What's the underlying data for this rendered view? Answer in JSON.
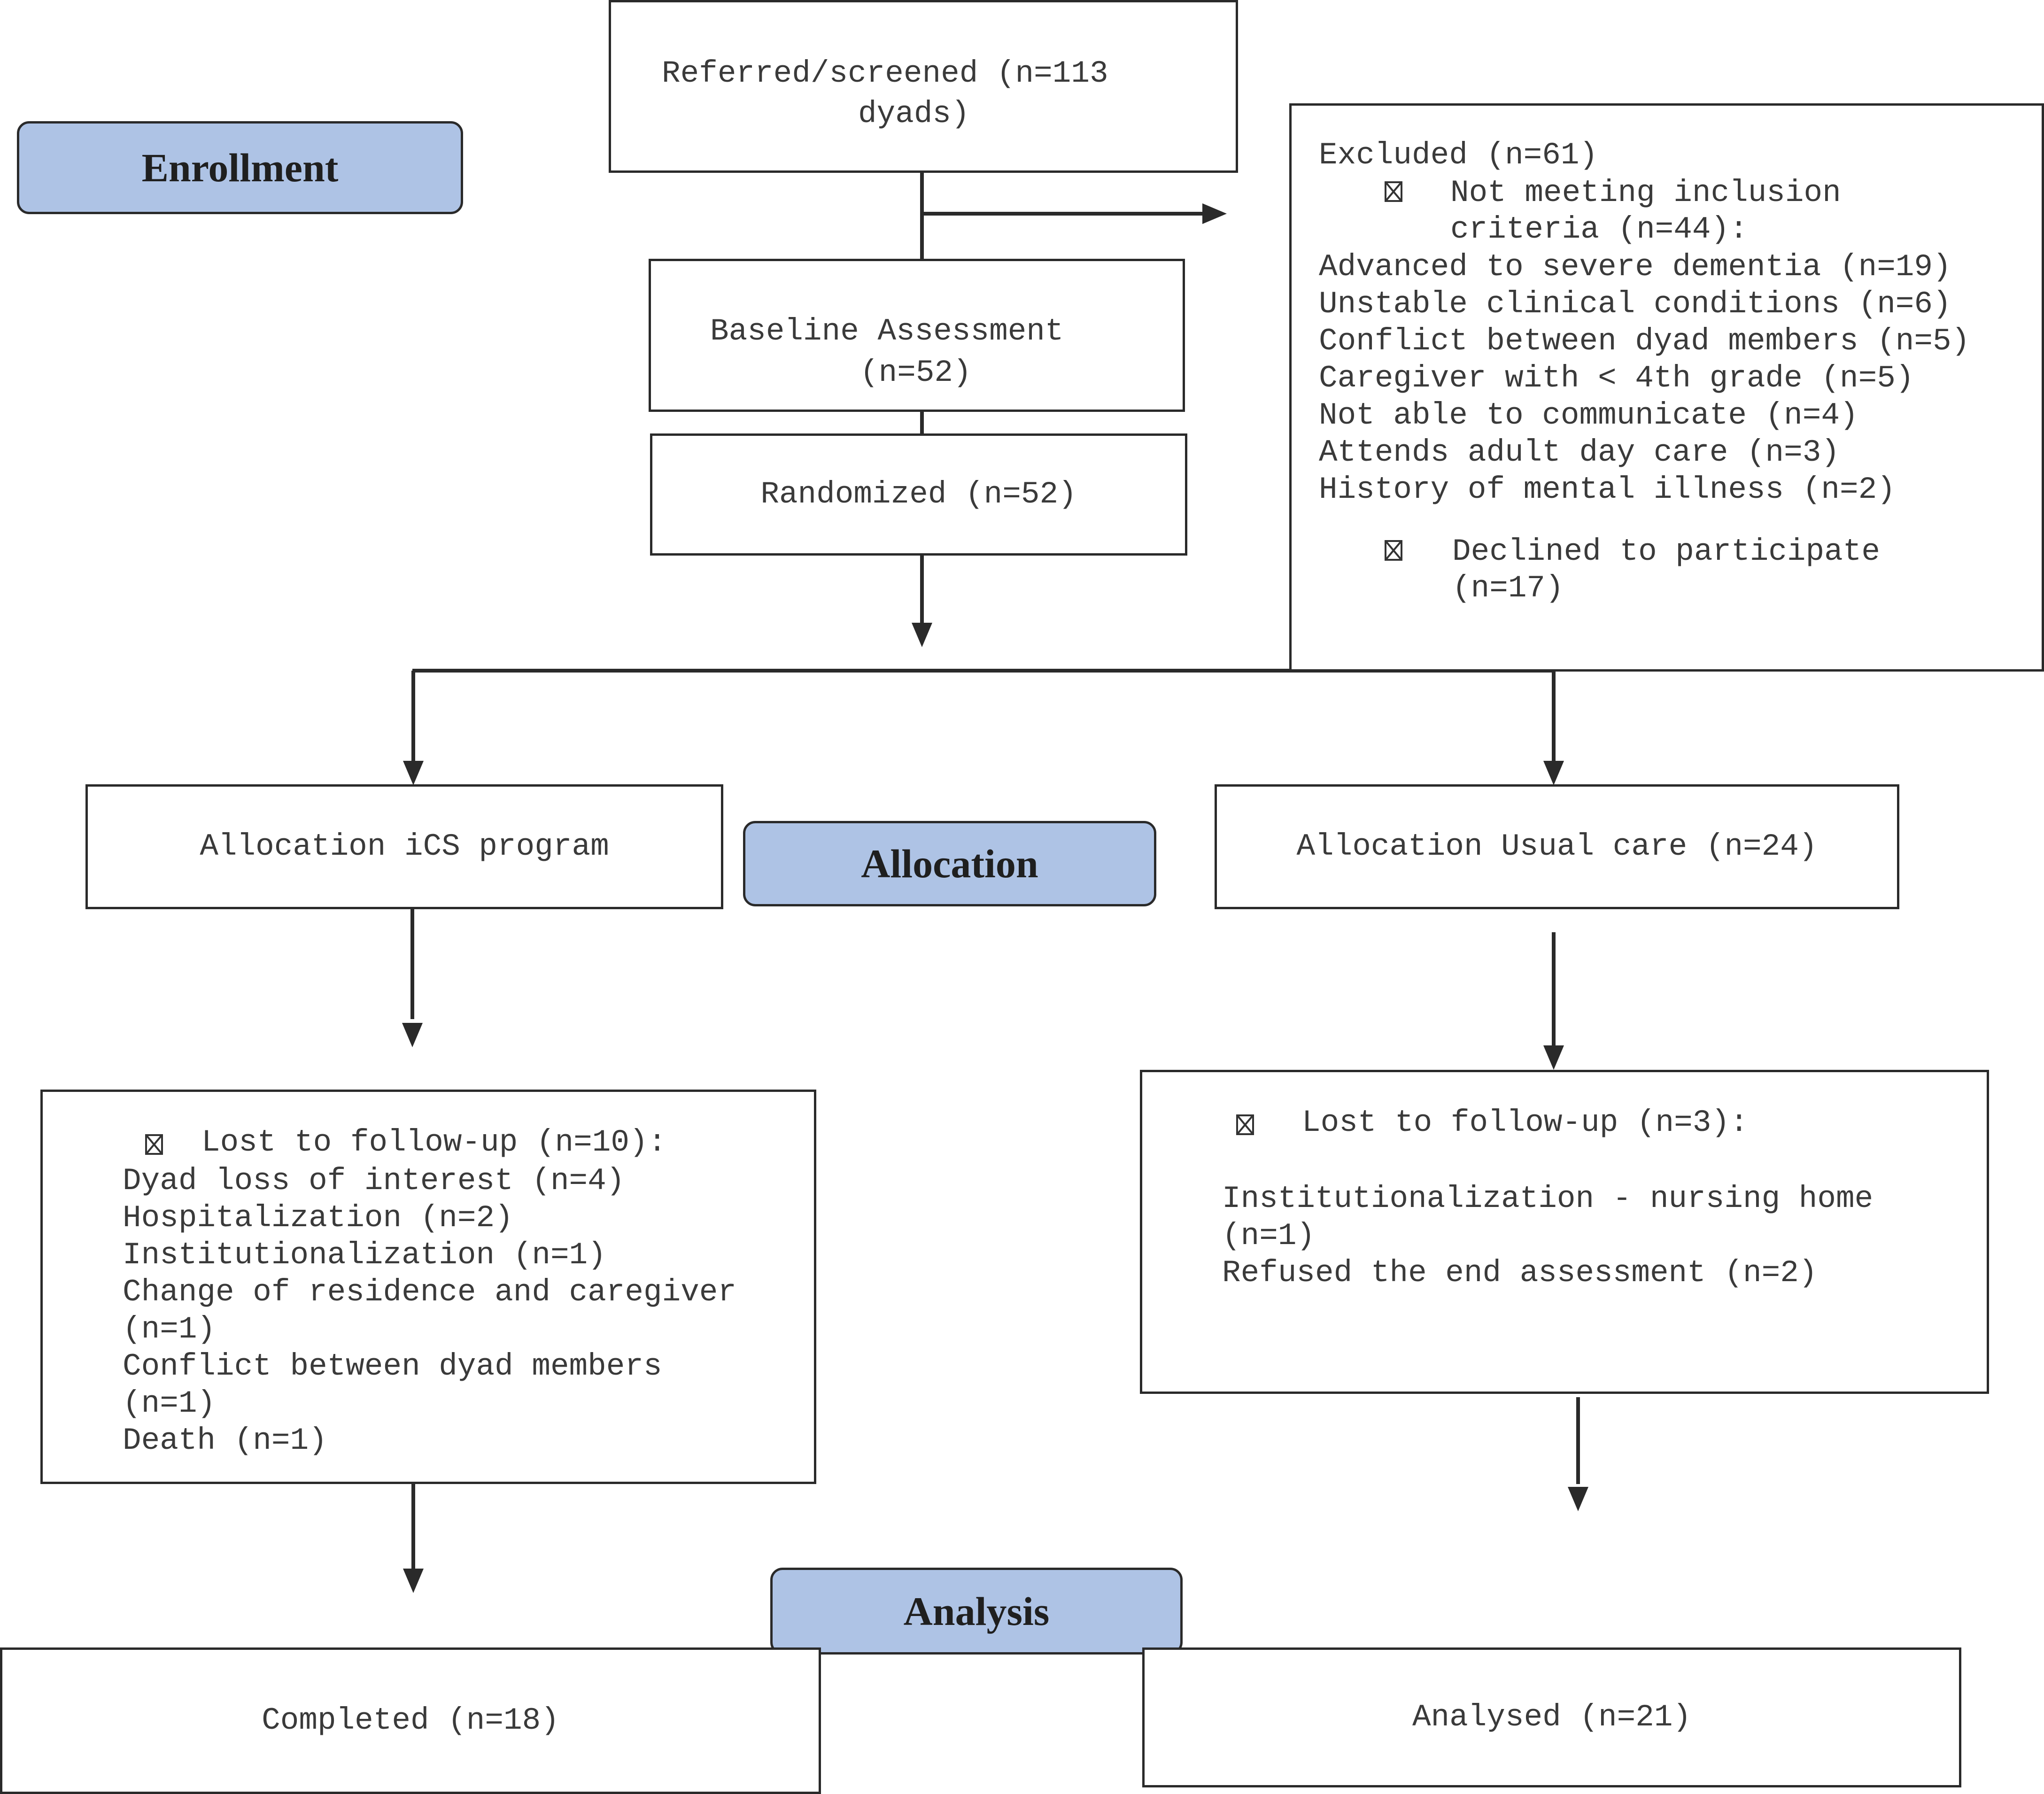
{
  "stages": {
    "enrollment": "Enrollment",
    "allocation": "Allocation",
    "analysis": "Analysis"
  },
  "referred": {
    "line1": "Referred/screened (n=113",
    "line2": "dyads)"
  },
  "baseline": {
    "line1": "Baseline Assessment",
    "line2": "(n=52)"
  },
  "randomized": "Randomized (n=52)",
  "excluded": {
    "title": "Excluded (n=61)",
    "not_meeting_1": "Not meeting inclusion",
    "not_meeting_2": "criteria (n=44):",
    "reasons": [
      "Advanced to severe dementia (n=19)",
      "Unstable clinical conditions (n=6)",
      "Conflict between dyad members (n=5)",
      "Caregiver with < 4th grade (n=5)",
      "Not able to communicate (n=4)",
      "Attends adult day care (n=3)",
      "History of mental illness (n=2)"
    ],
    "declined_1": "Declined to participate",
    "declined_2": "(n=17)"
  },
  "allocation_ics": "Allocation iCS program",
  "allocation_usual": "Allocation Usual care (n=24)",
  "lost_ics": {
    "title": "Lost to follow-up (n=10):",
    "lines": [
      "Dyad loss of interest (n=4)",
      "Hospitalization (n=2)",
      "Institutionalization (n=1)",
      "Change of residence and caregiver",
      "(n=1)",
      "Conflict between dyad members",
      "(n=1)",
      "Death (n=1)"
    ]
  },
  "lost_usual": {
    "title": "Lost to follow-up (n=3):",
    "lines": [
      "Institutionalization - nursing home",
      "(n=1)",
      "Refused the end assessment (n=2)"
    ]
  },
  "completed": "Completed (n=18)",
  "analysed": "Analysed (n=21)"
}
